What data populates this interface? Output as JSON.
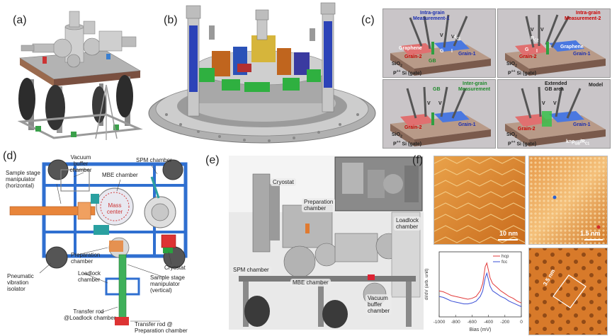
{
  "panels": {
    "a": {
      "label": "(a)"
    },
    "b": {
      "label": "(b)"
    },
    "c": {
      "label": "(c)",
      "q1": {
        "title1": "Intra-grain",
        "title2": "Measurement-1",
        "graphene": "Graphene",
        "grain2": "Grain-2",
        "grain1": "Grain-1",
        "r": "R",
        "r_sub": "C1",
        "g": "G",
        "i": "I",
        "gb": "GB",
        "v1": "V",
        "v2": "V",
        "sio2": "SiO",
        "sio2_sub": "2",
        "psi": "P",
        "psi_sup": "++",
        "psi_rest": " Si (gate)"
      },
      "q2": {
        "title1": "Intra-grain",
        "title2": "Measurement-2",
        "graphene": "Graphene",
        "grain2": "Grain-2",
        "grain1": "Grain-1",
        "r": "R",
        "r_sub": "C2",
        "g": "G",
        "i": "I",
        "v1": "V",
        "v2": "V",
        "sio2": "SiO",
        "sio2_sub": "2",
        "psi": "P",
        "psi_sup": "++",
        "psi_rest": " Si (gate)"
      },
      "q3": {
        "gb": "GB",
        "title1": "Inter-grain",
        "title2": "Measurement",
        "grain2": "Grain-2",
        "grain1": "Grain-1",
        "v1": "V",
        "v2": "V",
        "sio2": "SiO",
        "sio2_sub": "2",
        "psi": "P",
        "psi_sup": "++",
        "psi_rest": " Si (gate)"
      },
      "q4": {
        "ext1": "Extended",
        "ext2": "GB area",
        "model": "Model",
        "grain2": "Grain-2",
        "grain1": "Grain-1",
        "v1": "V",
        "v2": "V",
        "sio2": "SiO",
        "sio2_sub": "2",
        "psi": "P",
        "psi_sup": "++",
        "psi_rest": " Si (gate)",
        "formula": "k=ρ",
        "formula_sub": "GB",
        "formula_rest": "/R",
        "formula_sub2": "C1"
      }
    },
    "d": {
      "label": "(d)",
      "vacuum_buffer": [
        "Vacuum",
        "buffer",
        "chamber"
      ],
      "spm_chamber": "SPM chamber",
      "sample_stage_h": [
        "Sample stage",
        "manipulator",
        "(horizontal)"
      ],
      "mbe_chamber": "MBE chamber",
      "mass_center": [
        "Mass",
        "center"
      ],
      "preparation": [
        "Preparation",
        "chamber"
      ],
      "loadlock": [
        "Loadlock",
        "chamber"
      ],
      "cryostat": "Cryostat",
      "sample_stage_v": [
        "Sample stage",
        "manipulator",
        "(vertical)"
      ],
      "pneumatic": [
        "Pneumatic",
        "vibration",
        "isolator"
      ],
      "transfer_loadlock": [
        "Transfer rod",
        "@Loadlock chamber"
      ],
      "transfer_prep": [
        "Transfer rod @",
        "Preparation chamber"
      ]
    },
    "e": {
      "label": "(e)",
      "cryostat": "Cryostat",
      "preparation": [
        "Preparation",
        "chamber"
      ],
      "loadlock": [
        "Loadlock",
        "chamber"
      ],
      "spm": "SPM chamber",
      "mbe": "MBE chamber",
      "vacuum_buffer": [
        "Vacuum",
        "buffer",
        "chamber"
      ]
    },
    "f": {
      "label": "(f)",
      "scale1": "10 nm",
      "scale2": "1.5 nm",
      "scale3": "3.5 nm"
    }
  },
  "chart_data": {
    "type": "line",
    "xlabel": "Bias (mV)",
    "ylabel": "dI/dV (arb. unit)",
    "xlim": [
      -1000,
      0
    ],
    "x_ticks": [
      "-1000",
      "-800",
      "-600",
      "-400",
      "-200",
      "0"
    ],
    "legend_placement": "top-right",
    "series": [
      {
        "name": "hcp",
        "color": "#e23a3a",
        "x": [
          -1000,
          -950,
          -900,
          -850,
          -800,
          -750,
          -700,
          -650,
          -600,
          -550,
          -500,
          -470,
          -440,
          -420,
          -400,
          -380,
          -350,
          -300,
          -250,
          -200,
          -150,
          -100,
          -50,
          0
        ],
        "y": [
          0.58,
          0.57,
          0.55,
          0.53,
          0.52,
          0.51,
          0.5,
          0.49,
          0.5,
          0.52,
          0.58,
          0.66,
          0.84,
          0.88,
          0.8,
          0.72,
          0.66,
          0.62,
          0.58,
          0.55,
          0.52,
          0.5,
          0.47,
          0.45
        ]
      },
      {
        "name": "fcc",
        "color": "#3a4fd6",
        "x": [
          -1000,
          -950,
          -900,
          -850,
          -800,
          -750,
          -700,
          -650,
          -600,
          -550,
          -500,
          -470,
          -440,
          -420,
          -400,
          -380,
          -350,
          -300,
          -250,
          -200,
          -150,
          -100,
          -50,
          0
        ],
        "y": [
          0.52,
          0.51,
          0.49,
          0.47,
          0.46,
          0.45,
          0.44,
          0.44,
          0.45,
          0.47,
          0.52,
          0.58,
          0.72,
          0.77,
          0.7,
          0.63,
          0.58,
          0.55,
          0.52,
          0.5,
          0.47,
          0.45,
          0.43,
          0.41
        ]
      }
    ]
  }
}
